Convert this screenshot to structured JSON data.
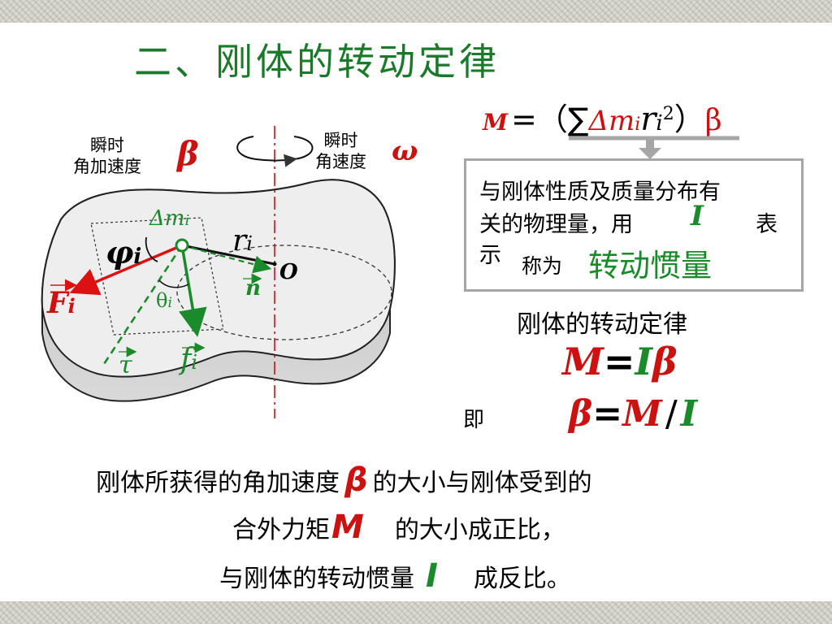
{
  "slide": {
    "title": "二、刚体的转动定律"
  },
  "diagram": {
    "label_angular_accel_line1": "瞬时",
    "label_angular_accel_line2": "角加速度",
    "symbol_beta": "β",
    "label_angular_vel_line1": "瞬时",
    "label_angular_vel_line2": "角速度",
    "symbol_omega": "ω",
    "mass_element": "Δm",
    "mass_sub": "i",
    "radius": "r",
    "radius_sub": "i",
    "phi": "φ",
    "phi_sub": "i",
    "origin": "O",
    "force_F": "F",
    "force_F_sub": "i",
    "theta": "θ",
    "theta_sub": "i",
    "normal": "n",
    "tangent": "τ",
    "force_f": "f",
    "force_f_sub": "i"
  },
  "formula_top": {
    "M": "M",
    "eq_open": "=（∑",
    "dm": "Δm",
    "dm_sub": "i",
    "r": "r",
    "r_sub": "i",
    "sq": "2",
    "close": "）",
    "beta": "β"
  },
  "box": {
    "line1": "与刚体性质及质量分布有",
    "line2a": "关的物理量，用",
    "line2_I": "I",
    "line2b": "表",
    "line3": "示",
    "called": "称为",
    "term": "转动惯量"
  },
  "law": {
    "heading": "刚体的转动定律",
    "eq1_M": "M",
    "eq1_eq": "=",
    "eq1_I": "I",
    "eq1_beta": "β",
    "ie": "即",
    "eq2_beta": "β",
    "eq2_eq": "=",
    "eq2_M": "M",
    "eq2_slash": "/",
    "eq2_I": "I"
  },
  "statement": {
    "l1a": "刚体所获得的角加速度",
    "l1_beta": "β",
    "l1b": "的大小与刚体受到的",
    "l2a": "合外力矩",
    "l2_M": "M",
    "l2b": "的大小成正比，",
    "l3a": "与刚体的转动惯量",
    "l3_I": "I",
    "l3b": "成反比。"
  },
  "colors": {
    "title_green": "#1a7a2a",
    "accent_red": "#cc1111",
    "accent_green": "#1a8a2a"
  }
}
